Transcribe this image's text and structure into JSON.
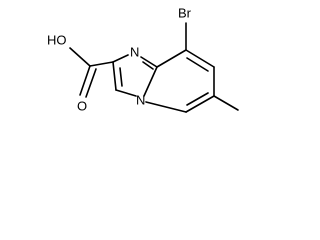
{
  "molecule": {
    "atom_labels": {
      "bromine": "Br",
      "hydroxyl": "HO",
      "carbonyl_oxygen": "O",
      "imine_nitrogen": "N",
      "bridgehead_nitrogen": "N"
    },
    "colors": {
      "bond": "#000000",
      "label": "#000000",
      "background": "#ffffff"
    }
  }
}
